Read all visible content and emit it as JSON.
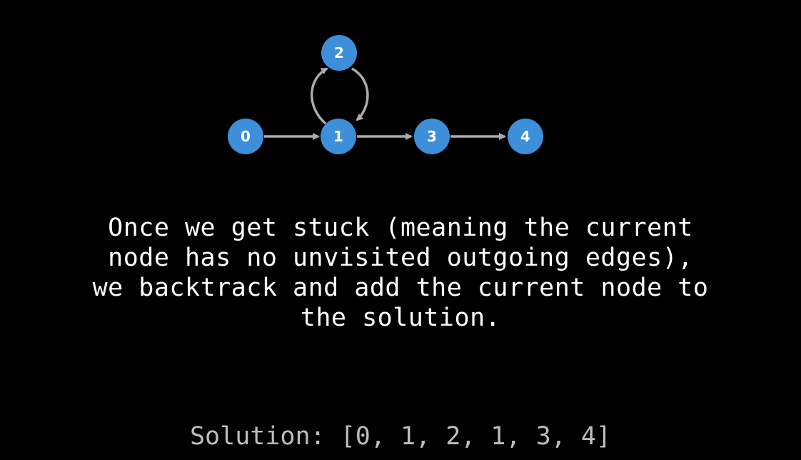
{
  "colors": {
    "background": "#000000",
    "node_fill": "#3d8fd9",
    "node_text": "#ffffff",
    "edge": "#aaaaaa",
    "explanation_text": "#ffffff",
    "solution_text": "#bdbdbd"
  },
  "graph": {
    "nodes": [
      {
        "id": "0",
        "label": "0"
      },
      {
        "id": "1",
        "label": "1"
      },
      {
        "id": "2",
        "label": "2"
      },
      {
        "id": "3",
        "label": "3"
      },
      {
        "id": "4",
        "label": "4"
      }
    ],
    "edges": [
      {
        "from": "0",
        "to": "1"
      },
      {
        "from": "1",
        "to": "2"
      },
      {
        "from": "2",
        "to": "1"
      },
      {
        "from": "1",
        "to": "3"
      },
      {
        "from": "3",
        "to": "4"
      }
    ]
  },
  "explanation": {
    "lines": [
      "Once we get stuck (meaning the current",
      "node has no unvisited outgoing edges),",
      "we backtrack and add the current node to",
      "the solution."
    ]
  },
  "solution": {
    "text": "Solution: [0, 1, 2, 1, 3, 4]"
  }
}
